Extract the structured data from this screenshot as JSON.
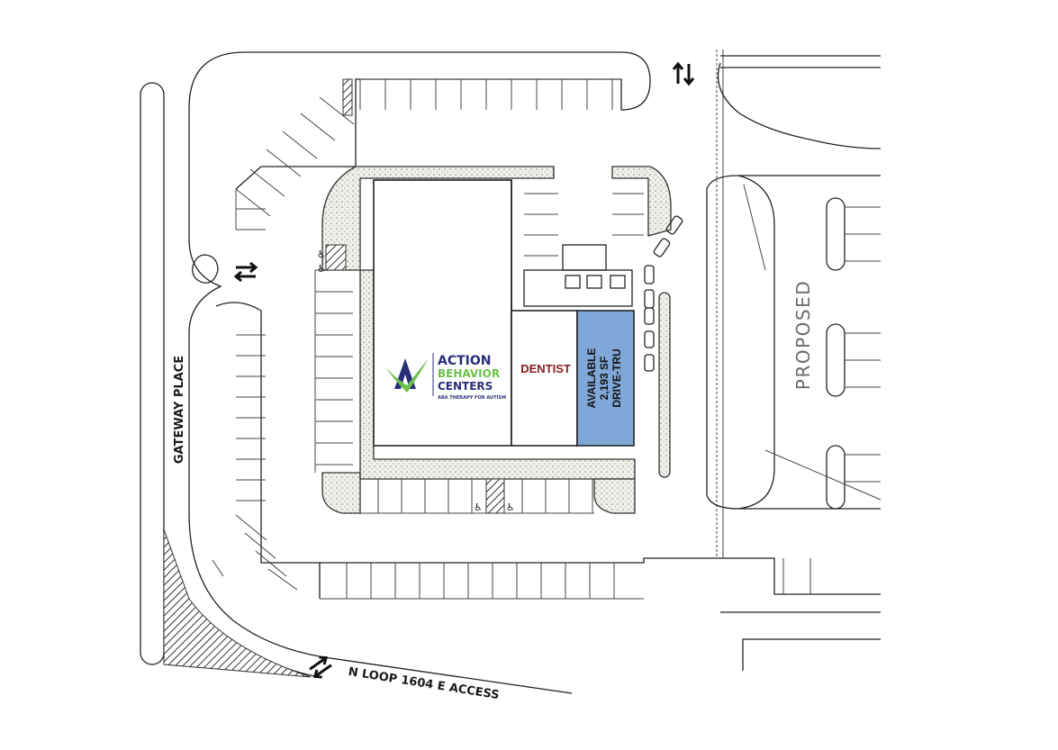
{
  "roads": {
    "gateway": "GATEWAY PLACE",
    "loop": "N LOOP 1604 E ACCESS"
  },
  "neighbor": {
    "label": "PROPOSED"
  },
  "tenants": {
    "anchor": {
      "name_line1": "ACTION",
      "name_line2": "BEHAVIOR",
      "name_line3": "CENTERS",
      "tagline": "ABA THERAPY FOR AUTISM"
    },
    "dentist": {
      "label": "DENTIST"
    },
    "available": {
      "line1": "AVAILABLE",
      "line2": "2,193 SF",
      "line3": "DRIVE-TRU",
      "highlight_color": "#7fa8d8"
    }
  },
  "icons": {
    "traffic_arrow": "two-way-arrow-icon",
    "accessible": "wheelchair-icon"
  },
  "colors": {
    "brand_navy": "#2b2f7a",
    "brand_green": "#6cc04a",
    "dentist_text": "#8a1c1c",
    "landscape_fill": "#ece9e2"
  }
}
